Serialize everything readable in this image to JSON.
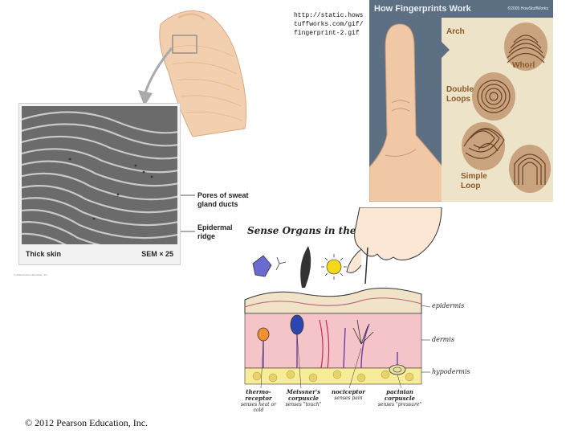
{
  "url_text": "http://static.howstuffworks.com/gif/fingerprint-2.gif",
  "sem_panel": {
    "caption_left": "Thick skin",
    "caption_right": "SEM × 25",
    "callouts": [
      "Pores of sweat gland ducts",
      "Epidermal ridge"
    ],
    "small_copyright": "© 2012 Pearson Education, Inc."
  },
  "fingerprint_panel": {
    "title": "How Fingerprints Work",
    "credit": "©2005 HowStuffWorks",
    "types": [
      "Arch",
      "Whorl",
      "Double Loops",
      "Simple Loop"
    ]
  },
  "sense_diagram": {
    "title": "Sense Organs in the Skin",
    "layers": [
      "epidermis",
      "dermis",
      "hypodermis"
    ],
    "receptors": [
      {
        "name": "thermo-receptor",
        "desc": "senses heat or cold"
      },
      {
        "name": "Meissner's corpuscle",
        "desc": "senses \"touch\""
      },
      {
        "name": "nociceptor",
        "desc": "senses pain"
      },
      {
        "name": "pacinian corpuscle",
        "desc": "senses \"pressure\""
      }
    ]
  },
  "footer": {
    "copyright": "© 2012 Pearson Education, Inc."
  }
}
